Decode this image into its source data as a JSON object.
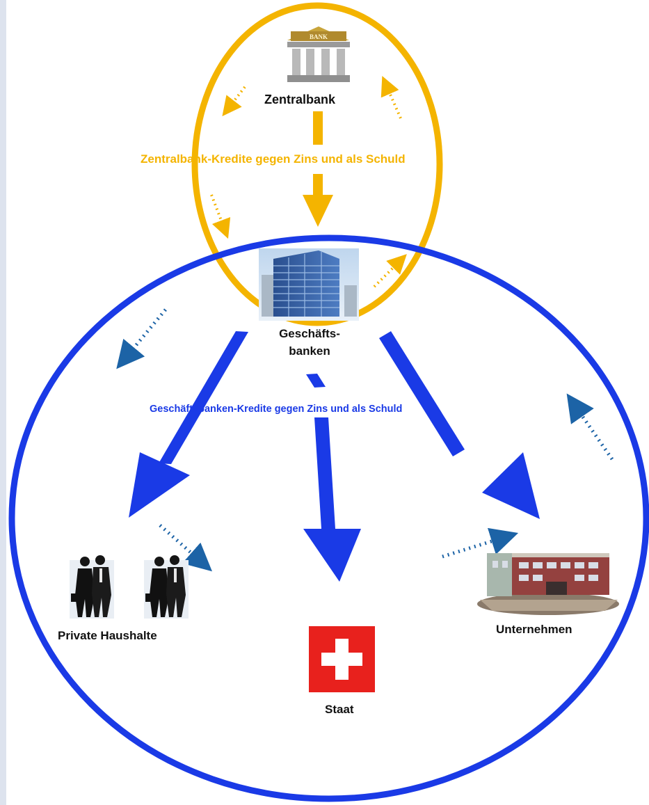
{
  "colors": {
    "central_loop": "#f4b400",
    "commercial_loop": "#1a3ae6",
    "flow_dots_blue": "#1c63a6",
    "label_dark": "#111111",
    "swiss_red": "#e8211d"
  },
  "nodes": {
    "central_bank": {
      "label": "Zentralbank",
      "icon": "bank-building-icon",
      "sign": "BANK"
    },
    "commercial_banks": {
      "label": "Geschäfts-\nbanken",
      "icon": "office-tower-icon"
    },
    "households": {
      "label": "Private Haushalte",
      "icon": "business-people-icon"
    },
    "state": {
      "label": "Staat",
      "icon": "swiss-flag-icon"
    },
    "companies": {
      "label": "Unternehmen",
      "icon": "company-building-icon"
    }
  },
  "flows": {
    "central_credit": "Zentralbank-Kredite gegen Zins und als Schuld",
    "commercial_credit": "Geschäftsbanken-Kredite gegen Zins und als Schuld"
  }
}
